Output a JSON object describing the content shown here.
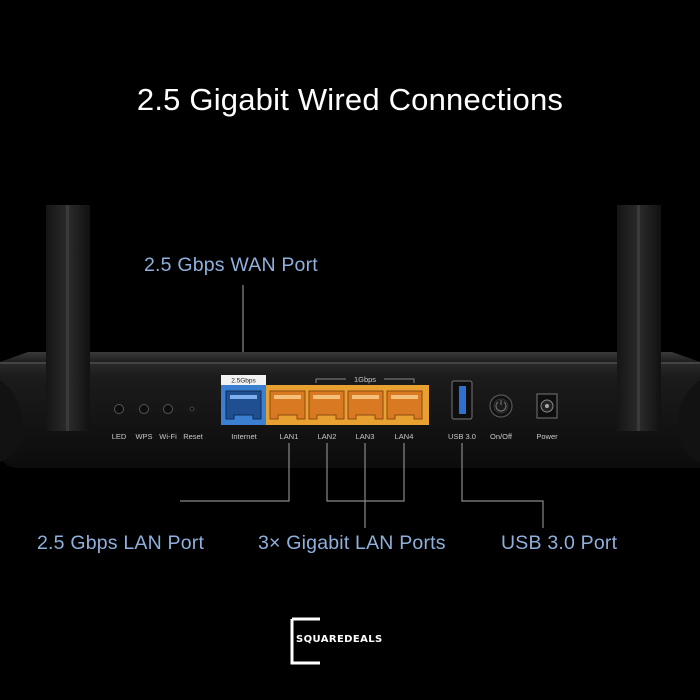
{
  "headline": "2.5 Gigabit Wired Connections",
  "callouts": {
    "wan": "2.5 Gbps WAN Port",
    "lan": "2.5 Gbps LAN Port",
    "gigabit": "3× Gigabit LAN Ports",
    "usb": "USB 3.0 Port"
  },
  "router": {
    "port_group_labels": {
      "wan_speed": "2.5Gbps",
      "lan_speed": "1Gbps"
    },
    "buttons": [
      "LED",
      "WPS",
      "Wi-Fi",
      "Reset"
    ],
    "ports": [
      "Internet",
      "LAN1",
      "LAN2",
      "LAN3",
      "LAN4"
    ],
    "usb_label": "USB 3.0",
    "onoff_label": "On/Off",
    "power_label": "Power"
  },
  "brand": {
    "logo_text": "SQUAREDEALS"
  },
  "colors": {
    "background": "#000000",
    "callout": "#8fb0dc",
    "wan_port": "#3a7fd0",
    "lan_port": "#e8a030",
    "lan_jack": "#e08a2a",
    "usb": "#2f6fd0"
  }
}
